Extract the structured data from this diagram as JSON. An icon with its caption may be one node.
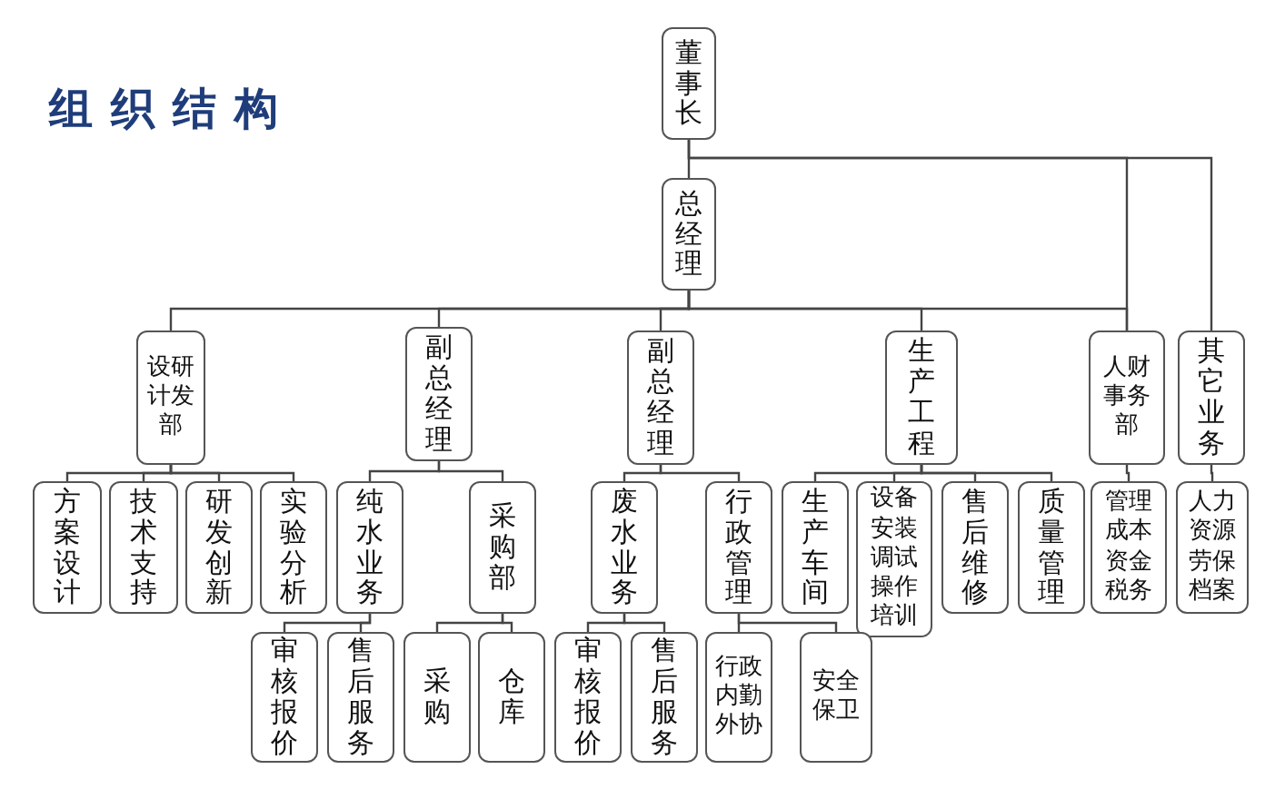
{
  "diagram": {
    "title": "组织结构",
    "nodes": [
      {
        "text": [
          "董事长"
        ]
      },
      {
        "text": [
          "总经理"
        ]
      },
      {
        "text": [
          "设研计发部"
        ]
      },
      {
        "text": [
          "副总经理"
        ]
      },
      {
        "text": [
          "副总经理"
        ]
      },
      {
        "text": [
          "生产工程"
        ]
      },
      {
        "text": [
          "人财事务部"
        ]
      },
      {
        "text": [
          "其它业务"
        ]
      },
      {
        "text": [
          "方案设计"
        ]
      },
      {
        "text": [
          "技术支持"
        ]
      },
      {
        "text": [
          "研发创新"
        ]
      },
      {
        "text": [
          "实验分析"
        ]
      },
      {
        "text": [
          "纯水业务"
        ]
      },
      {
        "text": [
          "采购部"
        ]
      },
      {
        "text": [
          "废水业务"
        ]
      },
      {
        "text": [
          "行政管理"
        ]
      },
      {
        "text": [
          "生产车间"
        ]
      },
      {
        "text": [
          "设备安装调试操作培训"
        ]
      },
      {
        "text": [
          "售后维修"
        ]
      },
      {
        "text": [
          "质量管理"
        ]
      },
      {
        "text": [
          "管理成本资金税务"
        ]
      },
      {
        "text": [
          "人力资源劳保档案"
        ]
      },
      {
        "text": [
          "审核报价"
        ]
      },
      {
        "text": [
          "售后服务"
        ]
      },
      {
        "text": [
          "采购"
        ]
      },
      {
        "text": [
          "仓库"
        ]
      },
      {
        "text": [
          "审核报价"
        ]
      },
      {
        "text": [
          "售后服务"
        ]
      },
      {
        "text": [
          "行政内勤外协"
        ]
      },
      {
        "text": [
          "安全保卫"
        ]
      }
    ],
    "edges": [
      {
        "from": 0,
        "to": 1,
        "arrow": "none"
      },
      {
        "from": 0,
        "to": 6,
        "arrow": "none"
      },
      {
        "from": 0,
        "to": 7,
        "arrow": "none"
      },
      {
        "from": 1,
        "to": 2,
        "arrow": "none"
      },
      {
        "from": 1,
        "to": 3,
        "arrow": "none"
      },
      {
        "from": 1,
        "to": 4,
        "arrow": "none"
      },
      {
        "from": 1,
        "to": 5,
        "arrow": "none"
      },
      {
        "from": 1,
        "to": 6,
        "arrow": "none"
      },
      {
        "from": 2,
        "to": 8,
        "arrow": "none"
      },
      {
        "from": 2,
        "to": 9,
        "arrow": "none"
      },
      {
        "from": 2,
        "to": 10,
        "arrow": "none"
      },
      {
        "from": 2,
        "to": 11,
        "arrow": "none"
      },
      {
        "from": 3,
        "to": 12,
        "arrow": "none"
      },
      {
        "from": 3,
        "to": 13,
        "arrow": "none"
      },
      {
        "from": 4,
        "to": 14,
        "arrow": "none"
      },
      {
        "from": 4,
        "to": 15,
        "arrow": "none"
      },
      {
        "from": 5,
        "to": 16,
        "arrow": "none"
      },
      {
        "from": 5,
        "to": 17,
        "arrow": "none"
      },
      {
        "from": 5,
        "to": 18,
        "arrow": "none"
      },
      {
        "from": 5,
        "to": 19,
        "arrow": "none"
      },
      {
        "from": 6,
        "to": 20,
        "arrow": "none"
      },
      {
        "from": 7,
        "to": 21,
        "arrow": "none"
      },
      {
        "from": 12,
        "to": 22,
        "arrow": "none"
      },
      {
        "from": 12,
        "to": 23,
        "arrow": "none"
      },
      {
        "from": 13,
        "to": 24,
        "arrow": "none"
      },
      {
        "from": 13,
        "to": 25,
        "arrow": "none"
      },
      {
        "from": 14,
        "to": 26,
        "arrow": "none"
      },
      {
        "from": 14,
        "to": 27,
        "arrow": "none"
      },
      {
        "from": 15,
        "to": 28,
        "arrow": "none"
      },
      {
        "from": 15,
        "to": 29,
        "arrow": "none"
      }
    ]
  }
}
